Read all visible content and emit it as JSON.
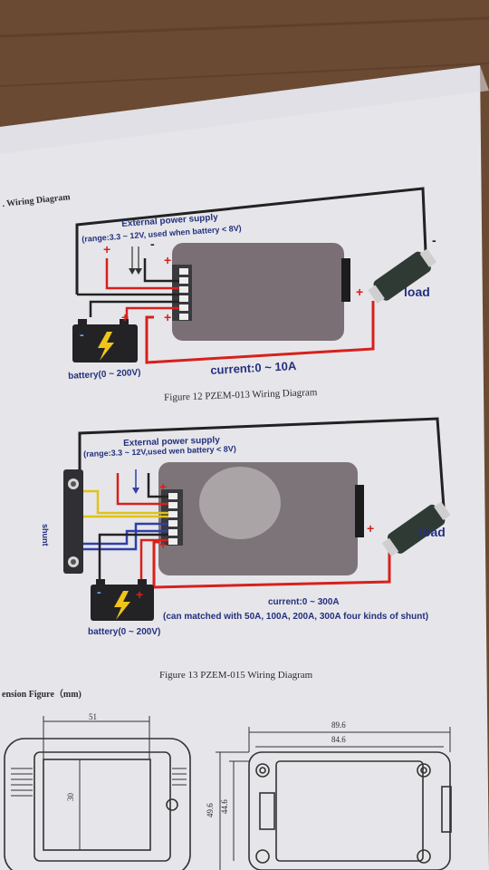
{
  "colors": {
    "table": "#6b4a33",
    "paper": "#e6e6ea",
    "label_blue": "#24307e",
    "wire_red": "#d8201c",
    "wire_black": "#222222",
    "wire_yellow": "#e0c21a",
    "wire_blue": "#2e3fa8",
    "module": "#7a6f74"
  },
  "sections": {
    "wiring_heading": ". Wiring Diagram",
    "dimension_heading": "ension Figure（mm)"
  },
  "fig12": {
    "caption": "Figure 12   PZEM-013 Wiring Diagram",
    "supply_line1": "External power supply",
    "supply_line2": "(range:3.3 ~ 12V,  used when battery < 8V)",
    "plus": "+",
    "minus": "-",
    "battery_label": "battery(0 ~ 200V)",
    "current_label": "current:0 ~ 10A",
    "load_label": "load"
  },
  "fig13": {
    "caption": "Figure 13 PZEM-015 Wiring Diagram",
    "supply_line1": "External power supply",
    "supply_line2": "(range:3.3 ~ 12V,used wen battery < 8V)",
    "shunt_label": "shunt",
    "battery_label": "battery(0 ~ 200V)",
    "current_label": "current:0 ~ 300A",
    "shunt_note": "(can matched with 50A, 100A, 200A, 300A four kinds of shunt)",
    "load_label": "load",
    "plus": "+",
    "minus": "-"
  },
  "dimensions": {
    "width_front": "51",
    "height_front": "30",
    "width_outer": "89.6",
    "width_inner": "84.6",
    "height_outer": "49.6",
    "height_inner": "44.6"
  }
}
